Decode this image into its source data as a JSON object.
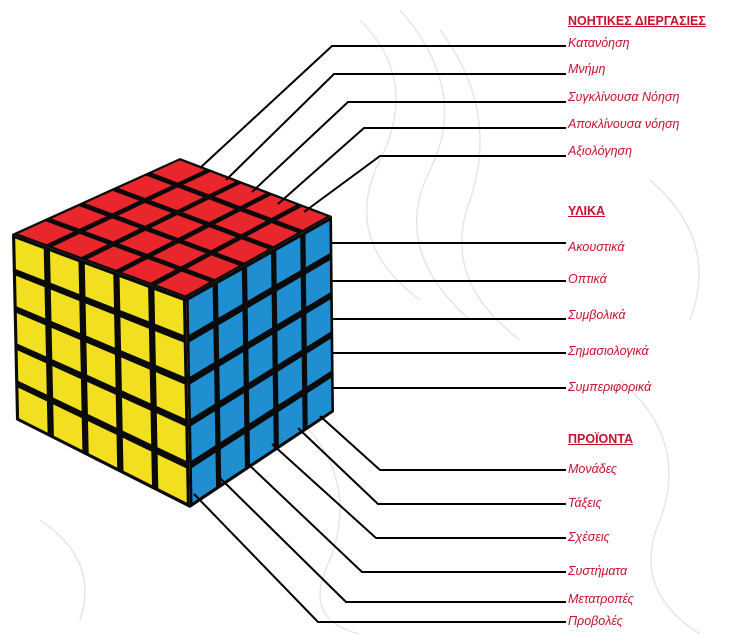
{
  "colors": {
    "text": "#c8102e",
    "cube_top": "#e8262b",
    "cube_front": "#f2e020",
    "cube_side": "#1f8fd1",
    "grid": "#0a0a0a",
    "lines": "#000000"
  },
  "cube": {
    "grid_size": 5,
    "faces": [
      "red-top",
      "yellow-front",
      "blue-side"
    ]
  },
  "sections": {
    "operations": {
      "heading": "ΝΟΗΤΙΚΕΣ ΔΙΕΡΓΑΣΙΕΣ",
      "items": [
        "Κατανόηση",
        "Μνήμη",
        "Συγκλίνουσα Νόηση",
        "Αποκλίνουσα νόηση",
        "Αξιολόγηση"
      ]
    },
    "contents": {
      "heading": "ΥΛΙΚΑ",
      "items": [
        "Ακουστικά",
        "Οπτικά",
        "Συμβολικά",
        "Σημασιολογικά",
        "Συμπεριφορικά"
      ]
    },
    "products": {
      "heading": "ΠΡΟΪΟΝΤΑ",
      "items": [
        "Μονάδες",
        "Τάξεις",
        "Σχέσεις",
        "Συστήματα",
        "Μετατροπές",
        "Προβολές"
      ]
    }
  }
}
